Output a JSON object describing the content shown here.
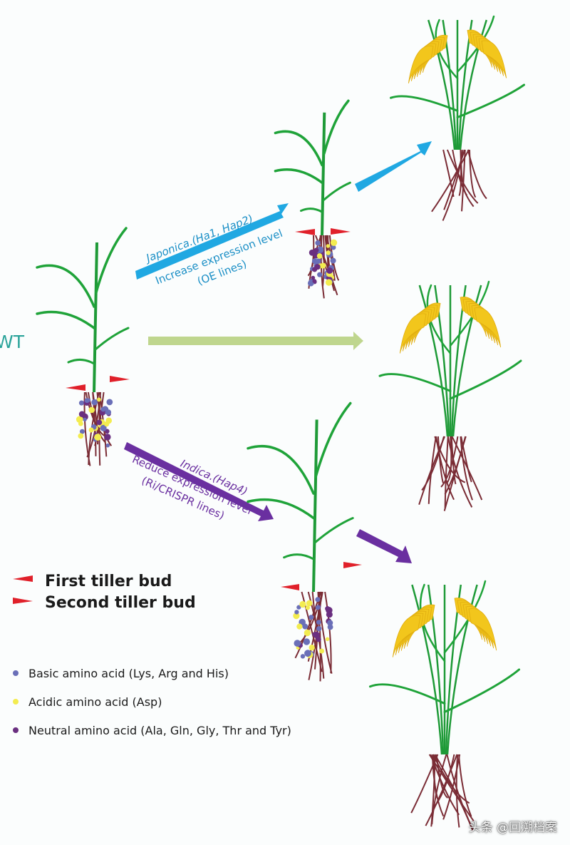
{
  "colors": {
    "leaf": "#1fa339",
    "stem": "#1e9a37",
    "panicle": "#f2c61c",
    "root": "#7a2c35",
    "arrow_japonica": "#20a8e2",
    "arrow_wt": "#bfd68e",
    "arrow_indica": "#6a2fa0",
    "tiller_bud": "#e0202a",
    "basic_amino": "#6a6fb8",
    "acidic_amino": "#f3ec50",
    "neutral_amino": "#6a2f80",
    "wt_label": "#2aa39a",
    "japonica_text": "#1b8fc6",
    "indica_text": "#6a2fa0"
  },
  "wt_label": "WT",
  "japonica": {
    "line1": "Japonica.(Ha1, Hap2)",
    "line2": "Increase expression level",
    "line3": "(OE lines)"
  },
  "indica": {
    "line1": "Indica.(Hap4)",
    "line2": "Reduce expression level",
    "line3": "(Ri/CRISPR lines)"
  },
  "legend": {
    "first_tiller_bud": "First tiller bud",
    "second_tiller_bud": "Second tiller bud",
    "basic": "Basic amino acid (Lys, Arg and His)",
    "acidic": "Acidic amino acid (Asp)",
    "neutral": "Neutral amino acid (Ala, Gln, Gly, Thr and Tyr)"
  },
  "watermark": "头条 @回溯档案"
}
